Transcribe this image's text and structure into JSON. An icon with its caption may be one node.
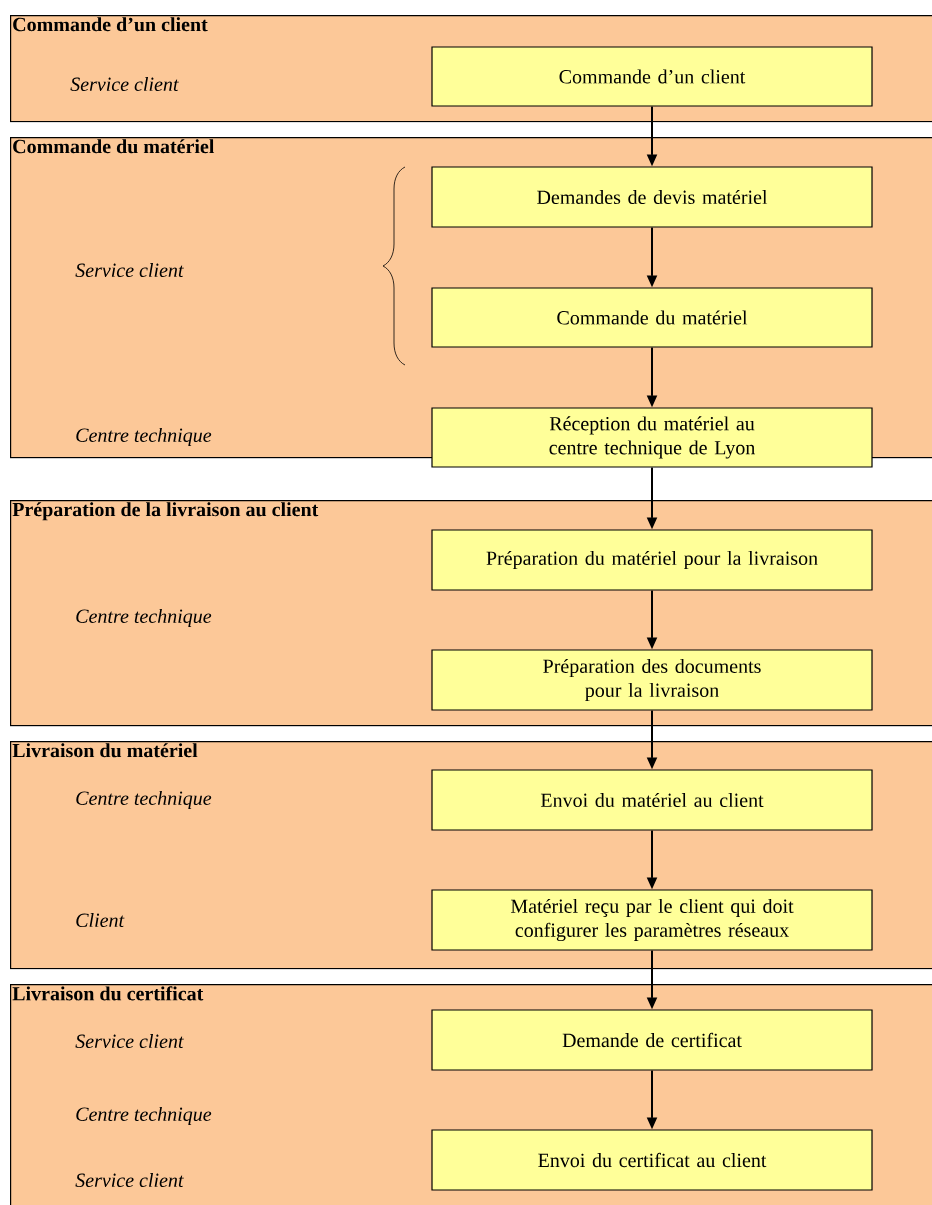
{
  "diagram": {
    "nodes": [
      {
        "text": [
          "Commande d’un client",
          "Service client"
        ]
      },
      {
        "text": [
          "Commande d’un client"
        ],
        "in": 0
      },
      {
        "text": [
          "Commande du matériel",
          "Service client",
          "Centre technique"
        ]
      },
      {
        "text": [
          "Demandes de devis matériel"
        ],
        "in": 2
      },
      {
        "text": [
          "Commande du matériel"
        ],
        "in": 2
      },
      {
        "text": [
          "Réception du matériel au centre technique de Lyon"
        ],
        "in": 2
      },
      {
        "text": [
          "Préparation de la livraison au client",
          "Centre technique"
        ]
      },
      {
        "text": [
          "Préparation du matériel pour la livraison"
        ],
        "in": 6
      },
      {
        "text": [
          "Préparation des documents pour la livraison"
        ],
        "in": 6
      },
      {
        "text": [
          "Livraison du matériel",
          "Centre technique",
          "Client"
        ]
      },
      {
        "text": [
          "Envoi du matériel au client"
        ],
        "in": 9
      },
      {
        "text": [
          "Matériel reçu par le client qui doit configurer les paramètres réseaux"
        ],
        "in": 9
      },
      {
        "text": [
          "Livraison du certificat",
          "Service client",
          "Centre technique",
          "Service client"
        ]
      },
      {
        "text": [
          "Demande de certificat"
        ],
        "in": 12
      },
      {
        "text": [
          "Envoi du certificat au client"
        ],
        "in": 12
      }
    ],
    "edges": [
      {
        "from": 1,
        "to": 3,
        "arrow": "to"
      },
      {
        "from": 3,
        "to": 4,
        "arrow": "to"
      },
      {
        "from": 4,
        "to": 5,
        "arrow": "to"
      },
      {
        "from": 5,
        "to": 7,
        "arrow": "to"
      },
      {
        "from": 7,
        "to": 8,
        "arrow": "to"
      },
      {
        "from": 8,
        "to": 10,
        "arrow": "to"
      },
      {
        "from": 10,
        "to": 11,
        "arrow": "to"
      },
      {
        "from": 11,
        "to": 13,
        "arrow": "to"
      },
      {
        "from": 13,
        "to": 14,
        "arrow": "to"
      }
    ]
  }
}
